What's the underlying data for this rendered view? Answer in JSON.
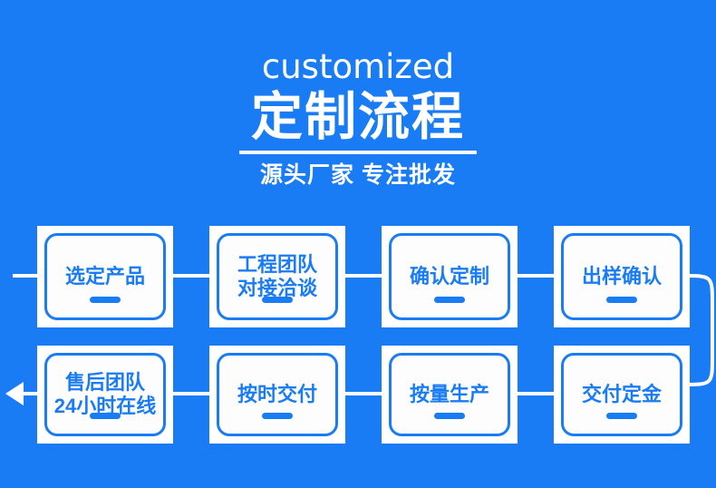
{
  "page": {
    "background_color": "#1a7cf5",
    "accent_color": "#ffffff",
    "node_text_color": "#1a7cf5",
    "node_fill_color": "#fdfdfe"
  },
  "header": {
    "english_title": "customized",
    "chinese_title": "定制流程",
    "subtitle": "源头厂家  专注批发"
  },
  "flow": {
    "row1": [
      {
        "id": "select-product",
        "label": "选定产品"
      },
      {
        "id": "engineering-team",
        "label": "工程团队\n对接洽谈"
      },
      {
        "id": "confirm-custom",
        "label": "确认定制"
      },
      {
        "id": "sample-confirm",
        "label": "出样确认"
      }
    ],
    "row2": [
      {
        "id": "after-sales",
        "label": "售后团队\n24小时在线"
      },
      {
        "id": "on-time-delivery",
        "label": "按时交付"
      },
      {
        "id": "batch-production",
        "label": "按量生产"
      },
      {
        "id": "pay-deposit",
        "label": "交付定金"
      }
    ]
  }
}
